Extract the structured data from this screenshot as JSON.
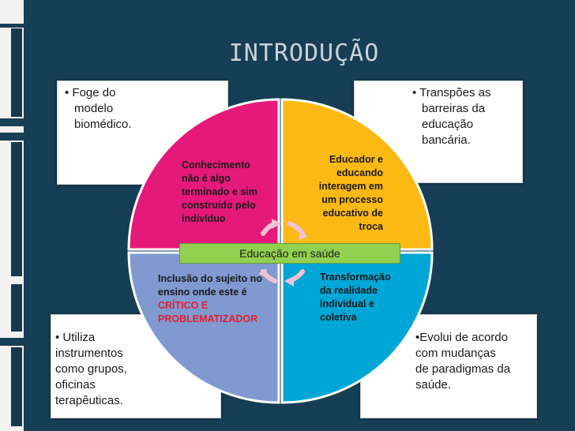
{
  "slide": {
    "title": "INTRODUÇÃO",
    "colors": {
      "background": "#163e54",
      "magenta": "#e5197a",
      "yellow": "#fdb913",
      "blue": "#8099d0",
      "cyan": "#00a6d6",
      "green": "#92d050",
      "arrows": "#f3c1d1",
      "critical_text": "#e0212f"
    },
    "boxes": {
      "top_left": {
        "lines": [
          "• Foge do",
          "modelo",
          "biomédico."
        ]
      },
      "top_right": {
        "lines": [
          "• Transpões as",
          "barreiras da",
          "educação",
          "bancária."
        ]
      },
      "bottom_left": {
        "lines": [
          "• Utiliza",
          "instrumentos",
          "como grupos,",
          "oficinas",
          "terapêuticas."
        ]
      },
      "bottom_right": {
        "lines": [
          "•Evolui de acordo",
          "com mudanças",
          "de paradigmas da",
          "saúde."
        ]
      }
    },
    "quadrants": {
      "magenta": {
        "lines": [
          "Conhecimento",
          "não é algo",
          "terminado e sim",
          "construído  pelo",
          "indivíduo"
        ]
      },
      "yellow": {
        "lines": [
          "Educador e",
          "educando",
          "interagem em",
          "um processo",
          "educativo de",
          "troca"
        ]
      },
      "blue": {
        "lines": [
          "Inclusão do sujeito no",
          "ensino onde este é"
        ],
        "highlight_lines": [
          "CRÍTICO E",
          "PROBLEMATIZADOR"
        ]
      },
      "cyan": {
        "lines": [
          "Transformação",
          "da realidade",
          "individual e",
          "coletiva"
        ]
      }
    },
    "center_label": "Educação em saúde"
  }
}
